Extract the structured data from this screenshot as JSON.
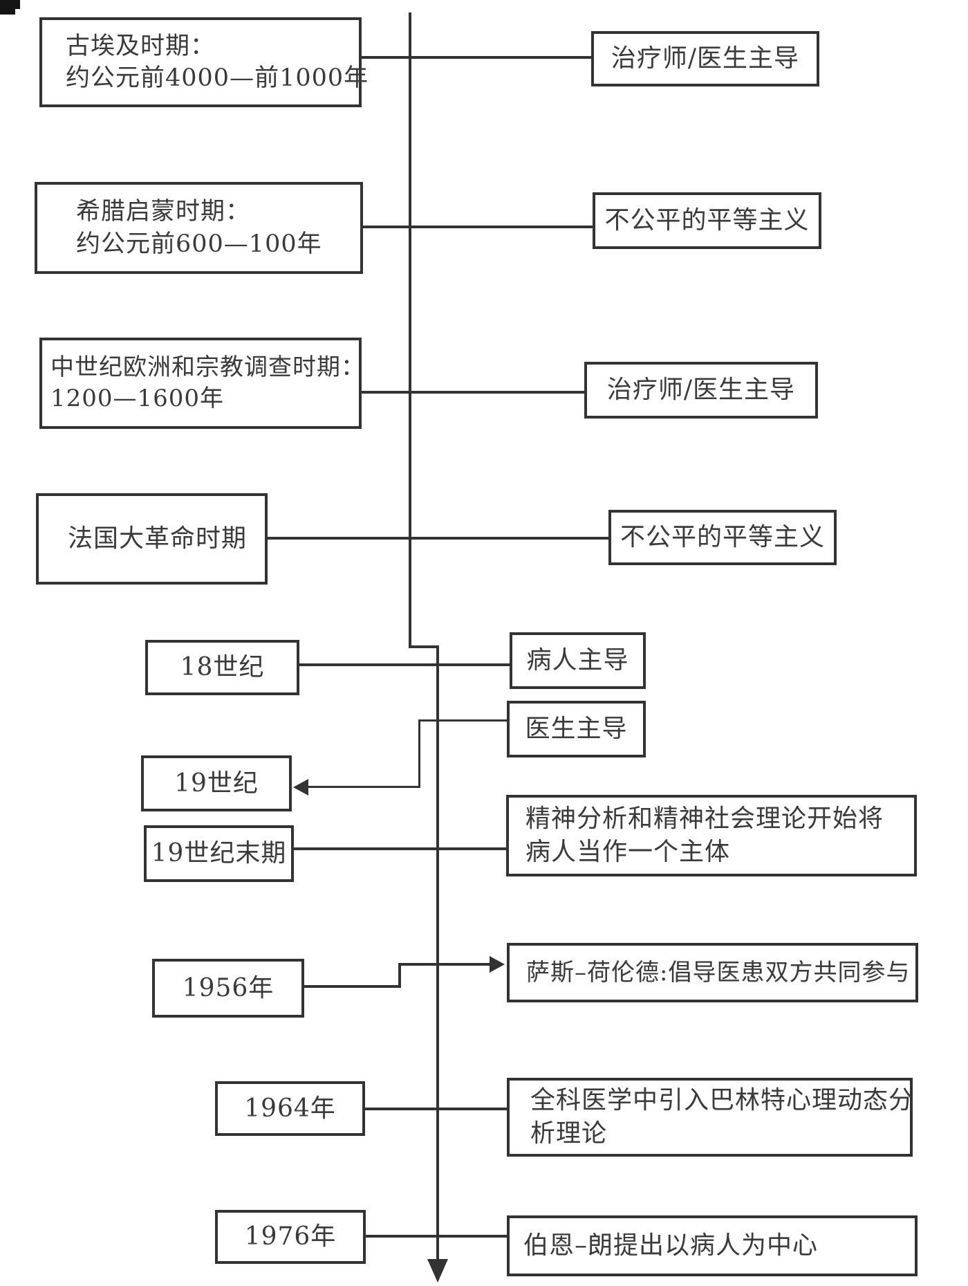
{
  "colors": {
    "line": "#333333",
    "text": "#3a3a3a",
    "background": "#ffffff"
  },
  "timeline": {
    "left_nodes": [
      {
        "id": "ancient-egypt",
        "lines": [
          "古埃及时期：",
          "约公元前4000—前1000年"
        ]
      },
      {
        "id": "greek-enlightenment",
        "lines": [
          "希腊启蒙时期：",
          "约公元前600—100年"
        ]
      },
      {
        "id": "medieval-europe",
        "lines": [
          "中世纪欧洲和宗教调查时期：",
          "1200—1600年"
        ]
      },
      {
        "id": "french-revolution",
        "lines": [
          "法国大革命时期"
        ]
      },
      {
        "id": "century-18",
        "lines": [
          "18世纪"
        ]
      },
      {
        "id": "century-19",
        "lines": [
          "19世纪"
        ]
      },
      {
        "id": "late-century-19",
        "lines": [
          "19世纪末期"
        ]
      },
      {
        "id": "year-1956",
        "lines": [
          "1956年"
        ]
      },
      {
        "id": "year-1964",
        "lines": [
          "1964年"
        ]
      },
      {
        "id": "year-1976",
        "lines": [
          "1976年"
        ]
      }
    ],
    "right_nodes": [
      {
        "id": "healer-doctor-led-1",
        "lines": [
          "治疗师/医生主导"
        ]
      },
      {
        "id": "unfair-egalitarianism-1",
        "lines": [
          "不公平的平等主义"
        ]
      },
      {
        "id": "healer-doctor-led-2",
        "lines": [
          "治疗师/医生主导"
        ]
      },
      {
        "id": "unfair-egalitarianism-2",
        "lines": [
          "不公平的平等主义"
        ]
      },
      {
        "id": "patient-led",
        "lines": [
          "病人主导"
        ]
      },
      {
        "id": "doctor-led",
        "lines": [
          "医生主导"
        ]
      },
      {
        "id": "psychoanalysis",
        "lines": [
          "精神分析和精神社会理论开始将",
          "病人当作一个主体"
        ]
      },
      {
        "id": "szasz-hollender",
        "lines": [
          "萨斯–荷伦德:倡导医患双方共同参与"
        ]
      },
      {
        "id": "balint",
        "lines": [
          "全科医学中引入巴林特心理动态分",
          "析理论"
        ]
      },
      {
        "id": "byrne-long",
        "lines": [
          "伯恩–朗提出以病人为中心"
        ]
      }
    ]
  }
}
